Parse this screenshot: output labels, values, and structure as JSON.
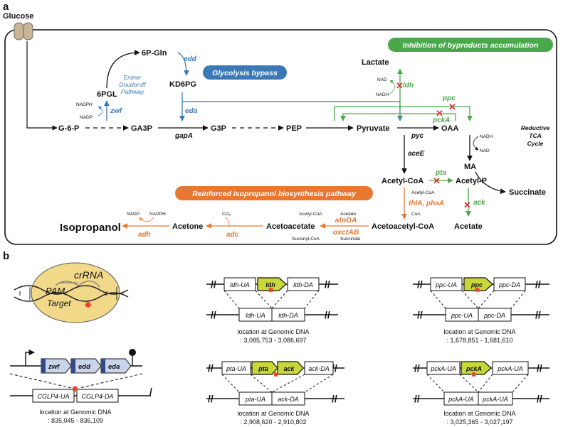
{
  "panel_a": {
    "label": "a",
    "glucose": "Glucose",
    "metabolites": {
      "g6p": "G-6-P",
      "pgl6": "6PGL",
      "pgln6": "6P-Gln",
      "kd6pg": "KD6PG",
      "ga3p": "GA3P",
      "g3p": "G3P",
      "pep": "PEP",
      "pyruvate": "Pyruvate",
      "oaa": "OAA",
      "lactate": "Lactate",
      "ma": "MA",
      "succinate": "Succinate",
      "acetylcoa": "Acetyl-CoA",
      "acetylp": "Acetyl-P",
      "acetate": "Acetate",
      "acetoacetylcoa": "Acetoacetyl-CoA",
      "acetoacetate": "Acetoacetate",
      "acetone": "Acetone",
      "isopropanol": "Isopropanol"
    },
    "enzymes": {
      "zwf": "zwf",
      "edd": "edd",
      "eda": "eda",
      "gapa": "gapA",
      "pyc": "pyc",
      "acee": "aceE",
      "ldh": "ldh",
      "ppc": "ppc",
      "pcka": "pckA",
      "pta": "pta",
      "ack": "ack",
      "thla": "thlA, phaA",
      "atoda": "atoDA",
      "oxctab": "oxctAB",
      "adc": "adc",
      "adh": "adh"
    },
    "cofactors": {
      "nadph_zwf": "NADPH",
      "nadp_zwf": "NADP",
      "nad_ldh": "NAD",
      "nadh_ldh": "NADH",
      "nadh_ma": "NADH",
      "nad_ma": "NAD",
      "acetylcoa_thl": "Acetyl-CoA",
      "coa": "CoA",
      "acetylcoa_ato": "Acetyl-CoA",
      "acetate_ato": "Acetate",
      "succinylcoa": "Succinyl-CoA",
      "succinate_ox": "Succinate",
      "co2": "CO₂",
      "nadp_adh": "NADP",
      "nadph_adh": "NADPH"
    },
    "ed_pathway": [
      "Entner",
      "Doudoroff",
      "Pathway"
    ],
    "tca": [
      "Reductive",
      "TCA",
      "Cycle"
    ],
    "banners": {
      "glycolysis": "Glycolysis bypass",
      "inhibition": "Inhibition of byproducts accumulation",
      "reinforced": "Reinforced isopropanol biosynthesis pathway"
    },
    "colors": {
      "blue": "#3a78b6",
      "green": "#4aa84a",
      "orange": "#e87732"
    }
  },
  "panel_b": {
    "label": "b",
    "crispr": {
      "crrna": "crRNA",
      "pam": "PAM",
      "target": "Target"
    },
    "operon_genes": [
      "zwf",
      "edd",
      "eda"
    ],
    "cglp4": {
      "ua": "CGLP4-UA",
      "da": "CGLP4-DA",
      "loc_title": "location at Genomic DNA",
      "loc": ": 835,045 - 836,109"
    },
    "ldh": {
      "ua": "ldh-UA",
      "gene": "ldh",
      "da": "ldh-DA",
      "loc_title": "location at Genomic DNA",
      "loc": ": 3,085,753 - 3,086,697"
    },
    "ppc": {
      "ua": "ppc-UA",
      "gene": "ppc",
      "da": "ppc-DA",
      "loc_title": "location at Genomic DNA",
      "loc": ": 1,678,851 - 1,681,610"
    },
    "pta_ack": {
      "ua": "pta-UA",
      "gene1": "pta",
      "gene2": "ack",
      "da": "ack-DA",
      "loc_title": "location at Genomic DNA",
      "loc": ": 2,908,620 - 2,910,802"
    },
    "pcka": {
      "ua": "pckA-UA",
      "gene": "pckA",
      "da": "pckA-UA",
      "loc_title": "location at Genomic DNA",
      "loc": ": 3,025,365 - 3,027,197"
    }
  }
}
